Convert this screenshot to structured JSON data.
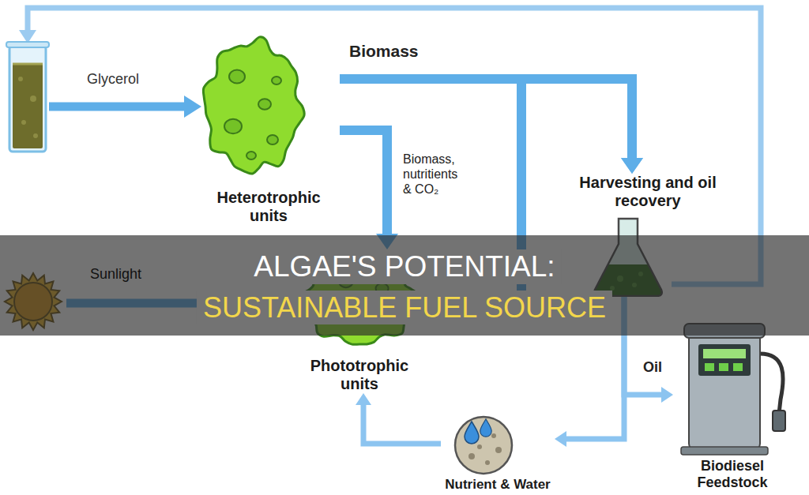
{
  "diagram": {
    "nodes": [
      {
        "text": [
          "Heterotrophic units"
        ]
      },
      {
        "text": [
          "Harvesting and oil recovery"
        ]
      },
      {
        "text": [
          "Phototrophic units"
        ]
      },
      {
        "text": [
          "Biodiesel Feedstock"
        ]
      },
      {
        "text": [
          "Nutrient & Water"
        ]
      }
    ],
    "edges": [
      {
        "from": 0,
        "to": 1,
        "label": "Biomass",
        "arrow": "to"
      },
      {
        "from": 0,
        "to": 2,
        "label": "Biomass, nutritients & CO₂",
        "arrow": "to"
      },
      {
        "from": 2,
        "to": 1,
        "arrow": "to"
      },
      {
        "from": 1,
        "to": 3,
        "label": "Oil",
        "arrow": "to"
      },
      {
        "from": 1,
        "to": 4,
        "arrow": "to"
      },
      {
        "from": 4,
        "to": 2,
        "arrow": "to"
      }
    ],
    "labels": [
      "Glycerol",
      "Sunlight",
      "ALGAE'S POTENTIAL:",
      "SUSTAINABLE FUEL SOURCE"
    ]
  }
}
